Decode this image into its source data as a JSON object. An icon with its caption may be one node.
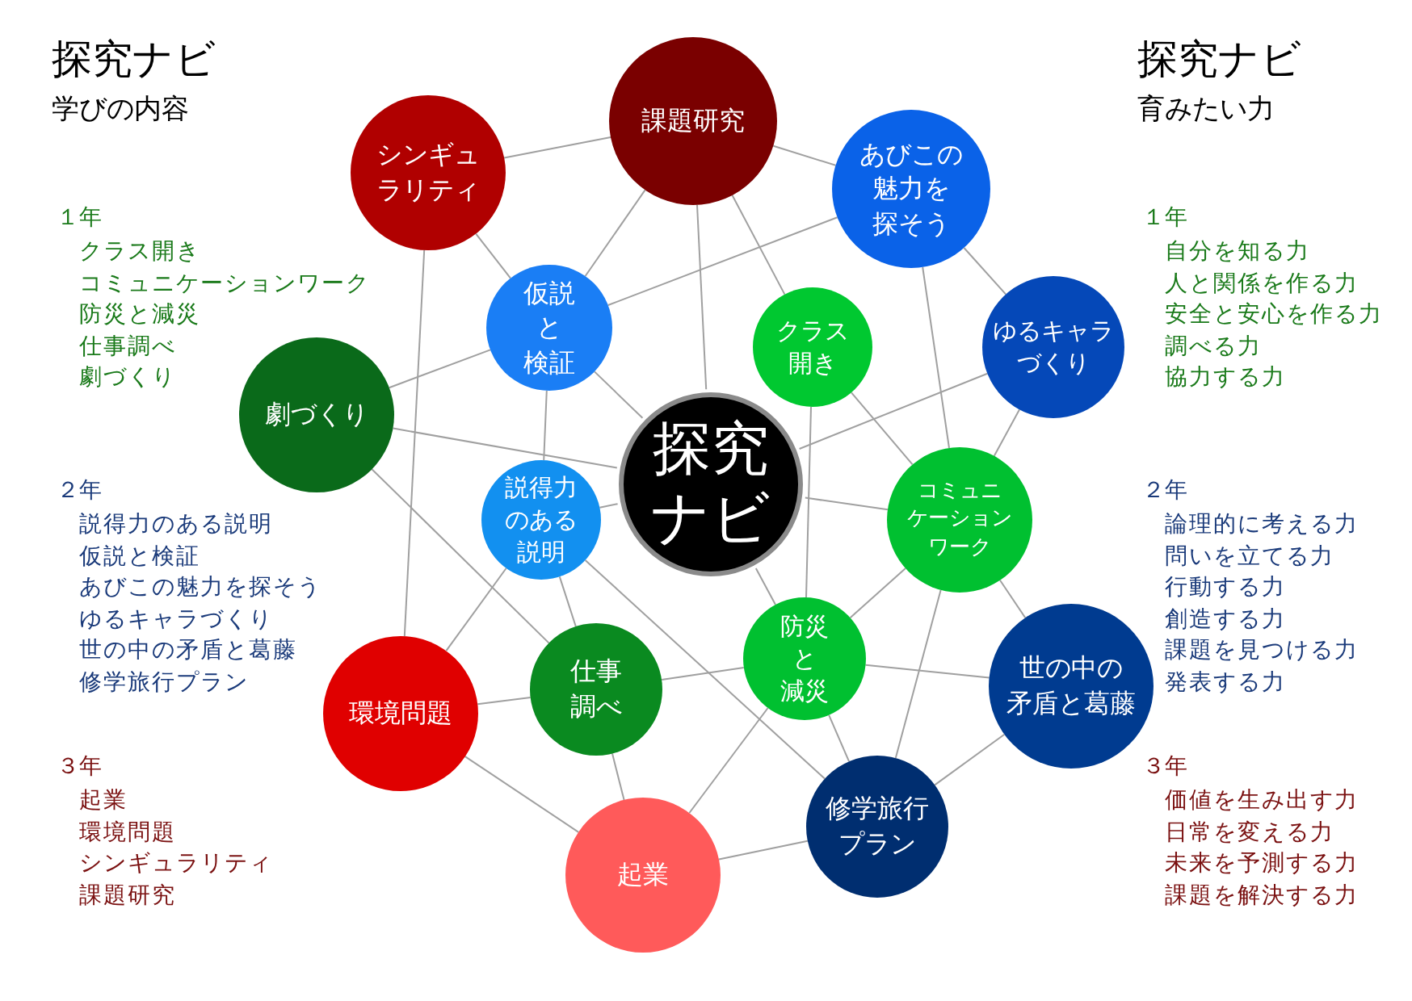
{
  "diagram": {
    "nodes": [
      {
        "text": [
          "課題研究"
        ]
      },
      {
        "text": [
          "シンギュラリティ"
        ]
      },
      {
        "text": [
          "あびこの魅力を探そう"
        ]
      },
      {
        "text": [
          "仮説と検証"
        ]
      },
      {
        "text": [
          "クラス開き"
        ]
      },
      {
        "text": [
          "ゆるキャラづくり"
        ]
      },
      {
        "text": [
          "劇づくり"
        ]
      },
      {
        "text": [
          "探究ナビ"
        ]
      },
      {
        "text": [
          "説得力のある説明"
        ]
      },
      {
        "text": [
          "コミュニケーションワーク"
        ]
      },
      {
        "text": [
          "防災と減災"
        ]
      },
      {
        "text": [
          "仕事調べ"
        ]
      },
      {
        "text": [
          "環境問題"
        ]
      },
      {
        "text": [
          "世の中の矛盾と葛藤"
        ]
      },
      {
        "text": [
          "修学旅行プラン"
        ]
      },
      {
        "text": [
          "起業"
        ]
      }
    ],
    "edges": [
      {
        "from": 1,
        "to": 0,
        "arrow": "none"
      },
      {
        "from": 1,
        "to": 3,
        "arrow": "none"
      },
      {
        "from": 1,
        "to": 12,
        "arrow": "none"
      },
      {
        "from": 0,
        "to": 3,
        "arrow": "none"
      },
      {
        "from": 0,
        "to": 7,
        "arrow": "none"
      },
      {
        "from": 0,
        "to": 2,
        "arrow": "none"
      },
      {
        "from": 0,
        "to": 4,
        "arrow": "none"
      },
      {
        "from": 2,
        "to": 3,
        "arrow": "none"
      },
      {
        "from": 2,
        "to": 5,
        "arrow": "none"
      },
      {
        "from": 2,
        "to": 9,
        "arrow": "none"
      },
      {
        "from": 6,
        "to": 3,
        "arrow": "none"
      },
      {
        "from": 6,
        "to": 7,
        "arrow": "none"
      },
      {
        "from": 6,
        "to": 11,
        "arrow": "none"
      },
      {
        "from": 3,
        "to": 8,
        "arrow": "none"
      },
      {
        "from": 3,
        "to": 7,
        "arrow": "none"
      },
      {
        "from": 4,
        "to": 9,
        "arrow": "none"
      },
      {
        "from": 4,
        "to": 10,
        "arrow": "none"
      },
      {
        "from": 5,
        "to": 7,
        "arrow": "none"
      },
      {
        "from": 5,
        "to": 9,
        "arrow": "none"
      },
      {
        "from": 7,
        "to": 9,
        "arrow": "none"
      },
      {
        "from": 7,
        "to": 8,
        "arrow": "none"
      },
      {
        "from": 7,
        "to": 10,
        "arrow": "none"
      },
      {
        "from": 9,
        "to": 10,
        "arrow": "none"
      },
      {
        "from": 9,
        "to": 13,
        "arrow": "none"
      },
      {
        "from": 9,
        "to": 14,
        "arrow": "none"
      },
      {
        "from": 10,
        "to": 13,
        "arrow": "none"
      },
      {
        "from": 10,
        "to": 14,
        "arrow": "none"
      },
      {
        "from": 10,
        "to": 15,
        "arrow": "none"
      },
      {
        "from": 11,
        "to": 10,
        "arrow": "none"
      },
      {
        "from": 11,
        "to": 12,
        "arrow": "none"
      },
      {
        "from": 11,
        "to": 15,
        "arrow": "none"
      },
      {
        "from": 12,
        "to": 15,
        "arrow": "none"
      },
      {
        "from": 12,
        "to": 8,
        "arrow": "none"
      },
      {
        "from": 8,
        "to": 11,
        "arrow": "none"
      },
      {
        "from": 8,
        "to": 14,
        "arrow": "none"
      },
      {
        "from": 14,
        "to": 15,
        "arrow": "none"
      },
      {
        "from": 13,
        "to": 14,
        "arrow": "none"
      }
    ],
    "labels": [
      "探究ナビ",
      "学びの内容",
      "探究ナビ",
      "育みたい力",
      "１年",
      "クラス開き",
      "コミュニケーションワーク",
      "防災と減災",
      "仕事調べ",
      "劇づくり",
      "２年",
      "説得力のある説明",
      "仮説と検証",
      "あびこの魅力を探そう",
      "ゆるキャラづくり",
      "世の中の矛盾と葛藤",
      "修学旅行プラン",
      "３年",
      "起業",
      "環境問題",
      "シンギュラリティ",
      "課題研究",
      "１年",
      "自分を知る力",
      "人と関係を作る力",
      "安全と安心を作る力",
      "調べる力",
      "協力する力",
      "２年",
      "論理的に考える力",
      "問いを立てる力",
      "行動する力",
      "創造する力",
      "課題を見つける力",
      "発表する力",
      "３年",
      "価値を生み出す力",
      "日常を変える力",
      "未来を予測する力",
      "課題を解決する力"
    ]
  }
}
